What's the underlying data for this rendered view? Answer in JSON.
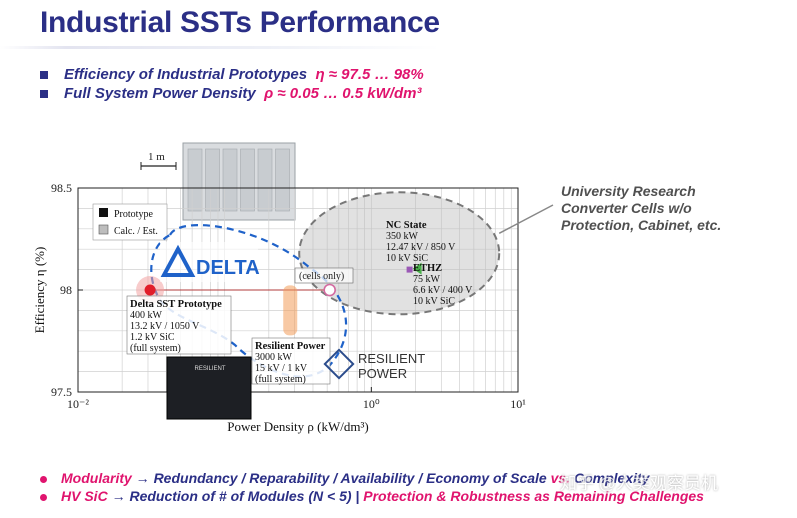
{
  "title": "Industrial SSTs Performance",
  "bullets_top": [
    {
      "text": "Efficiency of Industrial Prototypes",
      "formula": "η ≈ 97.5 … 98%"
    },
    {
      "text": "Full System Power Density",
      "formula": "ρ ≈  0.05 … 0.5 kW/dm³"
    }
  ],
  "right_note": [
    "University Research",
    "Converter Cells w/o",
    "Protection, Cabinet, etc."
  ],
  "bottom_bullets": [
    {
      "a": "Modularity",
      "arrow": "→",
      "b": "Redundancy / Reparability / Availability / Economy of Scale",
      "vs": "vs.",
      "c": "Complexity"
    },
    {
      "a": "HV SiC",
      "arrow": "→",
      "b": "Reduction of # of Modules  (N < 5)",
      "sep": "|",
      "c": "Protection & Robustness as Remaining Challenges"
    }
  ],
  "watermark": "知乎 @人类观察员机",
  "scale_label": "1 m",
  "chart_data": {
    "type": "scatter",
    "xlabel": "Power Density ρ (kW/dm³)",
    "ylabel": "Efficiency η (%)",
    "xscale": "log",
    "xlim": [
      0.01,
      10
    ],
    "ylim": [
      97.5,
      98.5
    ],
    "xticks": [
      "10⁻²",
      "10⁰",
      "10¹"
    ],
    "yticks": [
      "97.5",
      "98",
      "98.5"
    ],
    "grid": true,
    "legend": [
      {
        "name": "Prototype",
        "color": "#111111"
      },
      {
        "name": "Calc. / Est.",
        "color": "#bdbdbd"
      }
    ],
    "legend_position": "top-left",
    "points": [
      {
        "name": "Delta SST Prototype",
        "x": 0.031,
        "y": 98.0,
        "kind": "Prototype",
        "color": "#e11d2a",
        "lines": [
          "400 kW",
          "13.2 kV / 1050 V",
          "1.2 kV SiC",
          "(full system)"
        ]
      },
      {
        "name": "Resilient Power",
        "x": 0.28,
        "y": 97.9,
        "kind": "Calc. / Est.",
        "color": "#f39c5a",
        "lines": [
          "3000 kW",
          "15 kV / 1 kV",
          "(full system)"
        ]
      },
      {
        "name": "cells only",
        "x": 0.52,
        "y": 98.0,
        "kind": "Calc. / Est.",
        "color": "#d36aa0",
        "lines": []
      },
      {
        "name": "NC State",
        "x": 2.0,
        "y": 98.22,
        "kind": "Calc. / Est.",
        "color": "#888888",
        "lines": [
          "350 kW",
          "12.47 kV / 850 V",
          "10 kV SiC"
        ]
      },
      {
        "name": "ETHZ",
        "x": 2.1,
        "y": 98.1,
        "kind": "Calc. / Est.",
        "color": "#888888",
        "lines": [
          "75 kW",
          "6.6 kV / 400 V",
          "10 kV SiC"
        ]
      }
    ],
    "brands": [
      "DELTA",
      "RESILIENT",
      "POWER"
    ]
  }
}
